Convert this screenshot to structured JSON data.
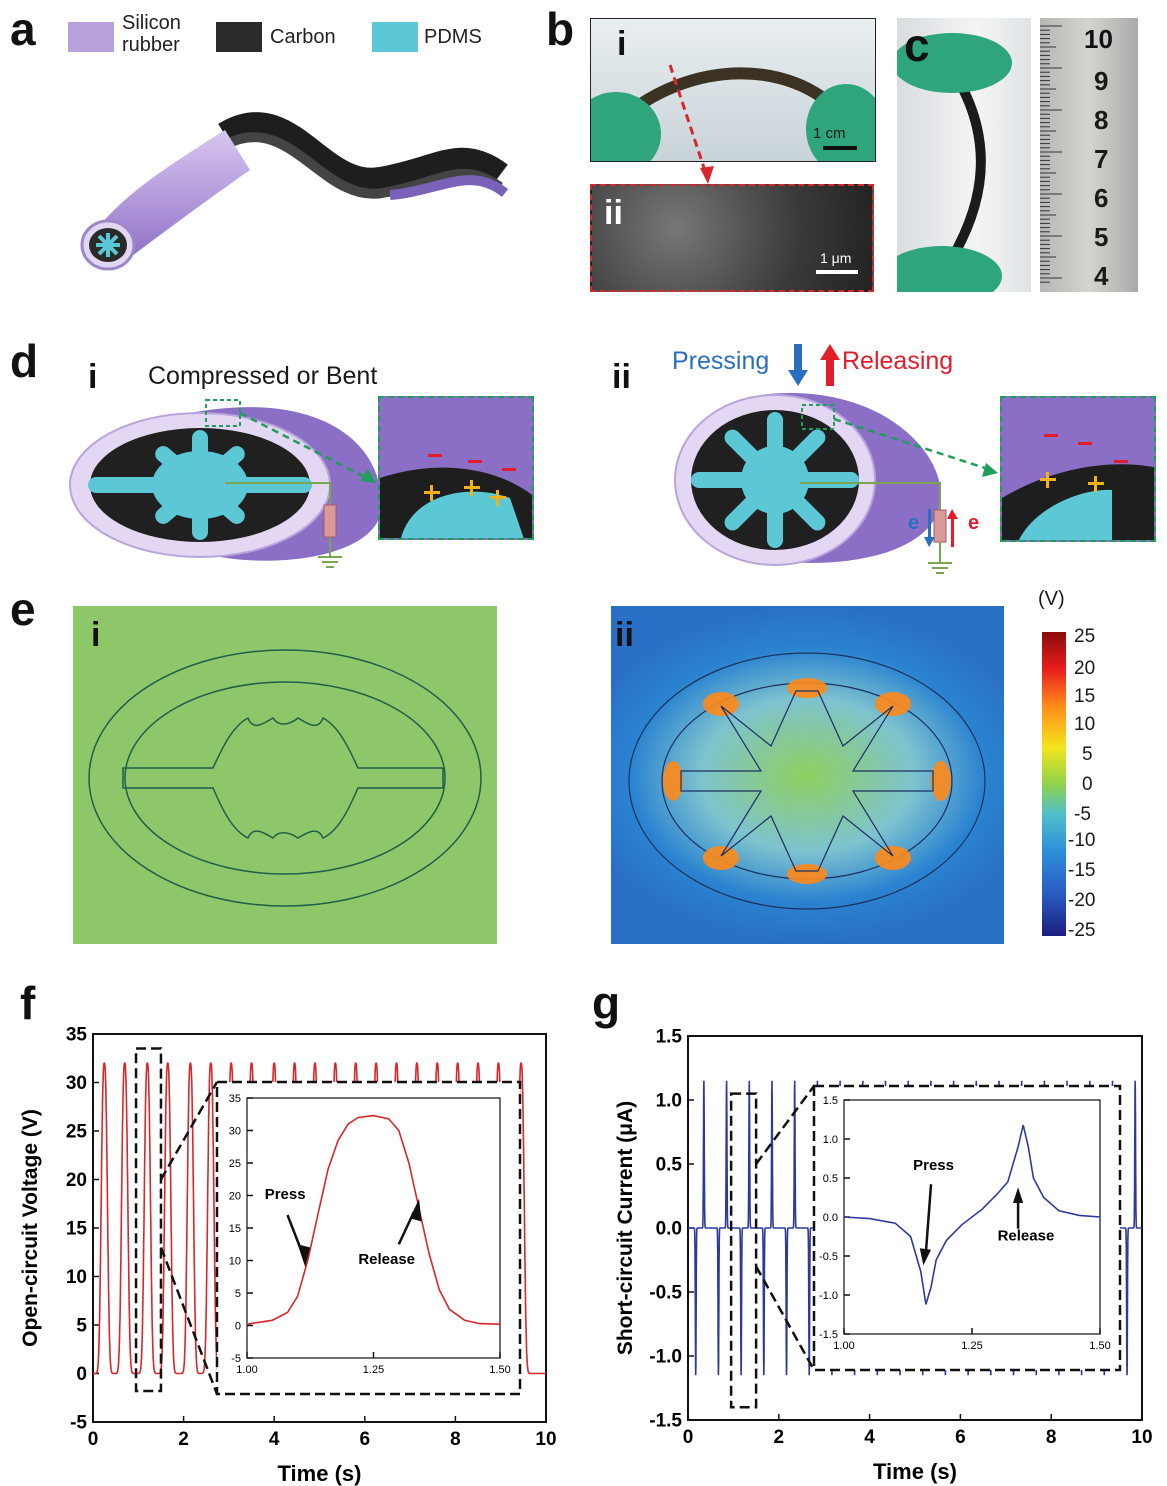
{
  "panels": {
    "a": {
      "letter": "a",
      "legend": [
        "Silicon\nrubber",
        "Carbon",
        "PDMS"
      ]
    },
    "b": {
      "letter": "b",
      "sub_i": "i",
      "sub_ii": "ii",
      "scale_i": "1 cm",
      "scale_ii": "1 μm"
    },
    "c": {
      "letter": "c",
      "ruler_labels": [
        "4",
        "5",
        "6",
        "7",
        "8",
        "9",
        "10"
      ]
    },
    "d": {
      "letter": "d",
      "sub_i": "i",
      "sub_ii": "ii",
      "caption_i": "Compressed or Bent",
      "pressing": "Pressing",
      "releasing": "Releasing",
      "electron": "e"
    },
    "e": {
      "letter": "e",
      "sub_i": "i",
      "sub_ii": "ii",
      "unit": "(V)",
      "colorbar_ticks": [
        "25",
        "20",
        "15",
        "10",
        "5",
        "0",
        "-5",
        "-10",
        "-15",
        "-20",
        "-25"
      ]
    },
    "f": {
      "letter": "f"
    },
    "g": {
      "letter": "g"
    }
  },
  "colors": {
    "silicon": "#b9a2dc",
    "carbon": "#2b2b2b",
    "pdms": "#5cc8d6",
    "field_green": "#8ec76a",
    "voc_line": "#d8262a",
    "isc_line": "#2d3a9a",
    "scalebar_red": "#d8262a"
  },
  "chart_data": [
    {
      "id": "f-main",
      "type": "line",
      "xlabel": "Time (s)",
      "ylabel": "Open-circuit Voltage (V)",
      "xlim": [
        0,
        10
      ],
      "ylim": [
        -5,
        35
      ],
      "xticks": [
        "0",
        "2",
        "4",
        "6",
        "8",
        "10"
      ],
      "yticks": [
        "-5",
        "0",
        "5",
        "10",
        "15",
        "20",
        "25",
        "30",
        "35"
      ],
      "series": [
        {
          "peak_times": [
            0.25,
            0.7,
            1.2,
            1.65,
            2.15,
            2.6,
            3.05,
            3.5,
            4.0,
            4.45,
            4.9,
            5.35,
            5.8,
            6.25,
            6.7,
            7.15,
            7.6,
            8.05,
            8.5,
            8.95,
            9.45
          ],
          "peak_value": 32,
          "min_value": 0
        }
      ]
    },
    {
      "id": "f-inset",
      "type": "line",
      "xlim": [
        1.0,
        1.5
      ],
      "ylim": [
        -5,
        35
      ],
      "xticks": [
        "1.00",
        "1.25",
        "1.50"
      ],
      "yticks": [
        "-5",
        "0",
        "5",
        "10",
        "15",
        "20",
        "25",
        "30",
        "35"
      ],
      "annotations": [
        "Press",
        "Release"
      ],
      "series": [
        {
          "x": [
            1.0,
            1.05,
            1.08,
            1.1,
            1.12,
            1.14,
            1.16,
            1.18,
            1.2,
            1.22,
            1.25,
            1.28,
            1.3,
            1.32,
            1.34,
            1.36,
            1.38,
            1.4,
            1.43,
            1.46,
            1.5
          ],
          "y": [
            0.2,
            0.8,
            2.0,
            4.5,
            10,
            17,
            24,
            28.5,
            31,
            32,
            32.3,
            31.8,
            30,
            25,
            18,
            11,
            5.5,
            2.5,
            0.8,
            0.3,
            0.2
          ]
        }
      ]
    },
    {
      "id": "g-main",
      "type": "line",
      "xlabel": "Time (s)",
      "ylabel": "Short-circuit Current (μA)",
      "xlim": [
        0,
        10
      ],
      "ylim": [
        -1.5,
        1.5
      ],
      "xticks": [
        "0",
        "2",
        "4",
        "6",
        "8",
        "10"
      ],
      "yticks": [
        "-1.5",
        "-1.0",
        "-0.5",
        "0.0",
        "0.5",
        "1.0",
        "1.5"
      ],
      "series": [
        {
          "peak_times": [
            0.35,
            0.85,
            1.35,
            1.85,
            2.35,
            2.85,
            3.35,
            3.85,
            4.35,
            4.85,
            5.35,
            5.85,
            6.35,
            6.85,
            7.35,
            7.85,
            8.35,
            8.85,
            9.35,
            9.85
          ],
          "peak_value": 1.15,
          "min_value": -1.15
        }
      ]
    },
    {
      "id": "g-inset",
      "type": "line",
      "xlim": [
        1.0,
        1.5
      ],
      "ylim": [
        -1.5,
        1.5
      ],
      "xticks": [
        "1.00",
        "1.25",
        "1.50"
      ],
      "yticks": [
        "-1.5",
        "-1.0",
        "-0.5",
        "0.0",
        "0.5",
        "1.0",
        "1.5"
      ],
      "annotations": [
        "Press",
        "Release"
      ],
      "series": [
        {
          "x": [
            1.0,
            1.05,
            1.1,
            1.13,
            1.15,
            1.16,
            1.17,
            1.18,
            1.2,
            1.23,
            1.27,
            1.3,
            1.32,
            1.34,
            1.35,
            1.36,
            1.37,
            1.39,
            1.42,
            1.46,
            1.5
          ],
          "y": [
            0,
            -0.02,
            -0.08,
            -0.25,
            -0.7,
            -1.12,
            -0.9,
            -0.55,
            -0.3,
            -0.1,
            0.1,
            0.3,
            0.45,
            0.9,
            1.18,
            0.9,
            0.5,
            0.25,
            0.08,
            0.02,
            0
          ]
        }
      ]
    }
  ]
}
